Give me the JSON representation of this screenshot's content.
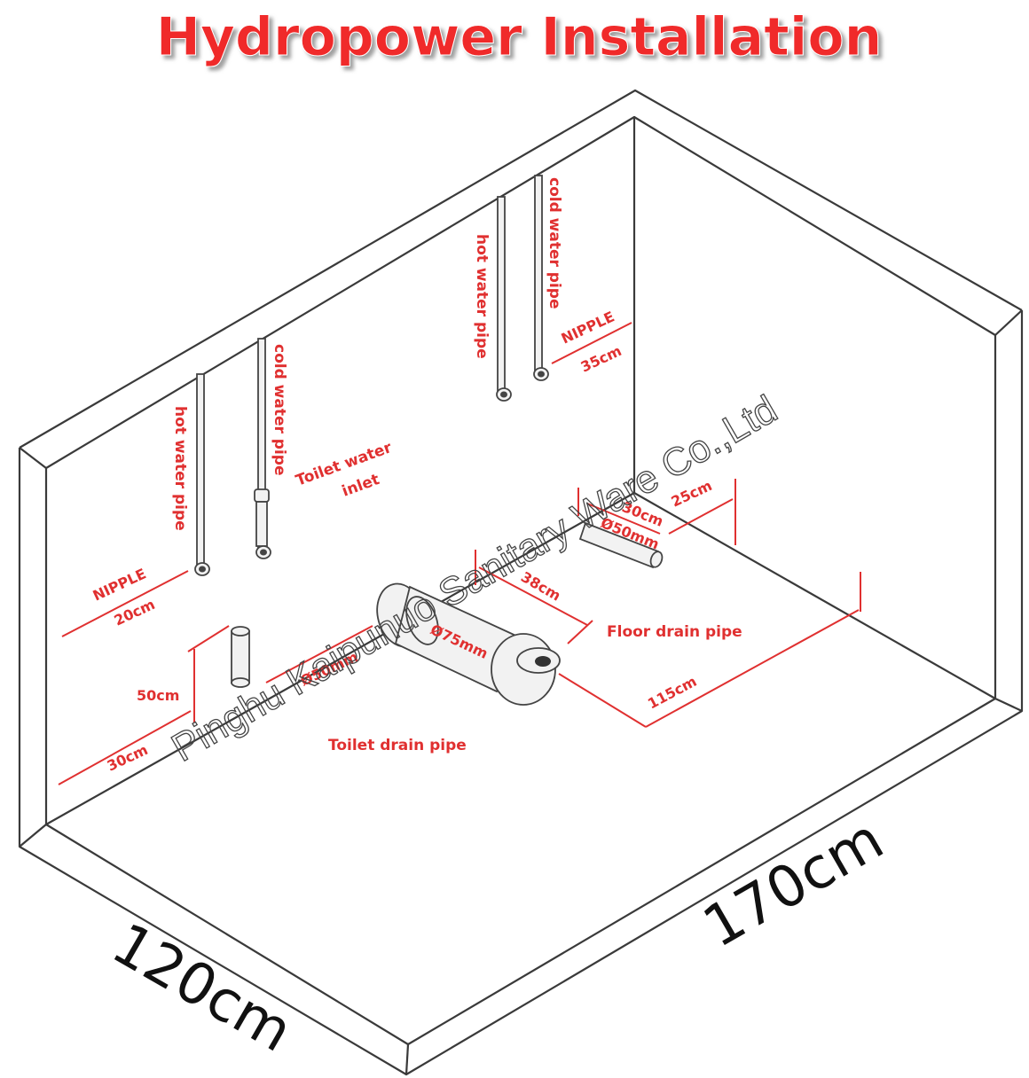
{
  "title": "Hydropower Installation",
  "labels": {
    "left_hot_water_pipe": "hot water pipe",
    "left_cold_water_pipe": "cold water pipe",
    "right_hot_water_pipe": "hot water pipe",
    "right_cold_water_pipe": "cold water pipe",
    "toilet_water_inlet_line1": "Toilet water",
    "toilet_water_inlet_line2": "inlet",
    "nipple_left": "NIPPLE",
    "nipple_right": "NIPPLE",
    "floor_drain_pipe": "Floor drain pipe",
    "toilet_drain_pipe": "Toilet drain pipe",
    "d75": "Ø75mm",
    "d50_floor": "Ø50mm",
    "d50_basin": "Ø50mm"
  },
  "measurements": {
    "nipple_left": "20cm",
    "nipple_right": "35cm",
    "basin_drain_height": "50cm",
    "basin_drain_offset": "30cm",
    "floor_drain_from_wall": "30cm",
    "floor_drain_side": "25cm",
    "toilet_drain_offset": "38cm",
    "toilet_drain_from_side": "115cm",
    "room_width": "120cm",
    "room_length": "170cm"
  },
  "watermark": "Pinghu Kaipunuo Sanitary Ware Co.,Ltd",
  "colors": {
    "title": "#f02a2a",
    "annotation": "#e03030",
    "lines": "#3a3a3a"
  }
}
